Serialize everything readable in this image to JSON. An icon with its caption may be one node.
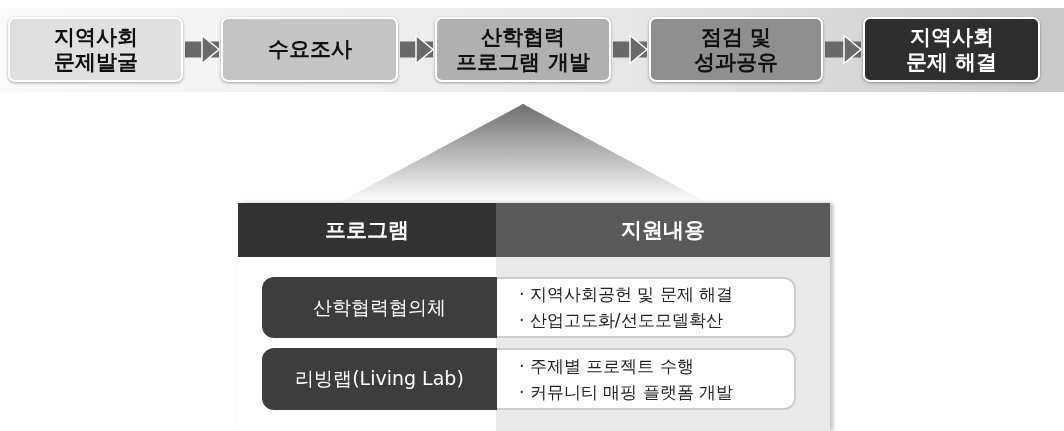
{
  "diagram": {
    "nodes": [
      {
        "text": [
          "지역사회 문제발굴"
        ]
      },
      {
        "text": [
          "수요조사"
        ]
      },
      {
        "text": [
          "산학협력 프로그램 개발"
        ]
      },
      {
        "text": [
          "점검 및 성과공유"
        ]
      },
      {
        "text": [
          "지역사회 문제 해결"
        ]
      },
      {
        "text": [],
        "shape": "box"
      },
      {
        "text": [
          "프로그램"
        ],
        "in": 5
      },
      {
        "text": [
          "지원내용"
        ],
        "in": 5
      },
      {
        "text": [
          "산학협력협의체"
        ],
        "in": 5
      },
      {
        "text": [
          "· 지역사회공헌 및 문제 해결",
          "· 산업고도화/선도모델확산"
        ],
        "in": 5
      },
      {
        "text": [
          "리빙랩(Living Lab)"
        ],
        "in": 5
      },
      {
        "text": [
          "· 주제별 프로젝트 수행",
          "· 커뮤니티 매핑 플랫폼 개발"
        ],
        "in": 5
      }
    ],
    "edges": [
      {
        "from": 0,
        "to": 1,
        "arrow": "to"
      },
      {
        "from": 1,
        "to": 2,
        "arrow": "to"
      },
      {
        "from": 2,
        "to": 3,
        "arrow": "to"
      },
      {
        "from": 3,
        "to": 4,
        "arrow": "to"
      },
      {
        "from": 5,
        "to": 2,
        "arrow": "to"
      }
    ]
  }
}
